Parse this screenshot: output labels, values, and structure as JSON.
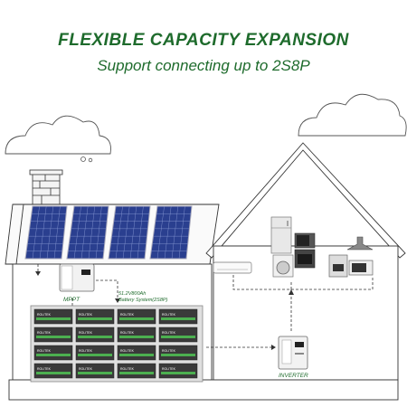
{
  "header": {
    "title": "FLEXIBLE CAPACITY EXPANSION",
    "subtitle": "Support connecting up to 2S8P"
  },
  "labels": {
    "mppt": "MPPT",
    "battery_line1": "51.2V800Ah",
    "battery_line2": "Battery System(2S8P)",
    "inverter": "INVERTER",
    "battery_brand": "ROLITEK"
  },
  "counts": {
    "solar_panels": 4,
    "battery_rows": 4,
    "battery_cols": 4
  },
  "colors": {
    "title_green": "#1e6b2c",
    "panel_blue": "#2a3f8f",
    "battery_green": "#4caf50",
    "line": "#333333"
  },
  "icons": [
    "solar-panel-icon",
    "mppt-controller-icon",
    "battery-icon",
    "inverter-icon",
    "refrigerator-icon",
    "microwave-icon",
    "washing-machine-icon",
    "coffee-machine-icon",
    "range-hood-icon",
    "oven-icon",
    "air-conditioner-icon",
    "cloud-icon",
    "chimney-icon"
  ]
}
